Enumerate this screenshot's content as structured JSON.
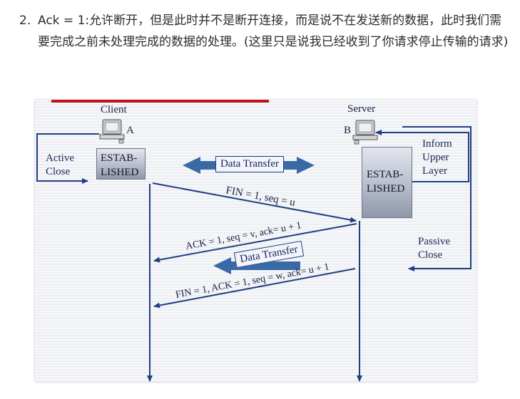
{
  "step": {
    "number": "2.",
    "text": "Ack = 1:允许断开，但是此时并不是断开连接，而是说不在发送新的数据，此时我们需要完成之前未处理完成的数据的处理。(这里只是说我已经收到了你请求停止传输的请求)"
  },
  "diagram": {
    "client_label": "Client",
    "server_label": "Server",
    "client_id": "A",
    "server_id": "B",
    "client_state_line1": "ESTAB-",
    "client_state_line2": "LISHED",
    "server_state_line1": "ESTAB-",
    "server_state_line2": "LISHED",
    "active_close_line1": "Active",
    "active_close_line2": "Close",
    "inform_line1": "Inform",
    "inform_line2": "Upper",
    "inform_line3": "Layer",
    "passive_close_line1": "Passive",
    "passive_close_line2": "Close",
    "data_transfer_top": "Data Transfer",
    "data_transfer_mid": "Data Transfer",
    "msg_fin": "FIN = 1, seq = u",
    "msg_ack": "ACK = 1, seq = v, ack= u + 1",
    "msg_fin_ack": "FIN = 1, ACK = 1, seq = w, ack= u + 1"
  },
  "colors": {
    "accent_red": "#c0141c",
    "arrow_blue": "#1f3e82",
    "fat_arrow": "#3a6aa6"
  }
}
